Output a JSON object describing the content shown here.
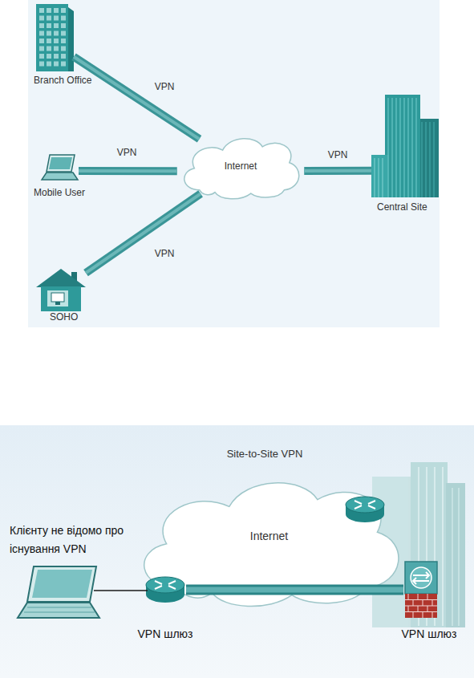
{
  "diagram": {
    "nodes": [
      {
        "text": [
          "Branch Office"
        ]
      },
      {
        "text": [
          "Mobile User"
        ]
      },
      {
        "text": [
          "Internet"
        ]
      },
      {
        "text": [
          "Central Site"
        ]
      },
      {
        "text": [
          "SOHO"
        ]
      },
      {
        "text": [
          "Internet"
        ]
      },
      {
        "text": [
          "VPN шлюз"
        ]
      },
      {
        "text": [
          "VPN шлюз"
        ]
      }
    ],
    "edges": [
      {
        "from": 0,
        "to": 2,
        "arrow": "none",
        "label": "VPN"
      },
      {
        "from": 1,
        "to": 2,
        "arrow": "none",
        "label": "VPN"
      },
      {
        "from": 4,
        "to": 2,
        "arrow": "none",
        "label": "VPN"
      },
      {
        "from": 2,
        "to": 3,
        "arrow": "none",
        "label": "VPN"
      },
      {
        "from": 6,
        "to": 7,
        "arrow": "none"
      }
    ],
    "labels": [
      "Site-to-Site VPN",
      "Клієнту не відомо про існування VPN"
    ]
  }
}
